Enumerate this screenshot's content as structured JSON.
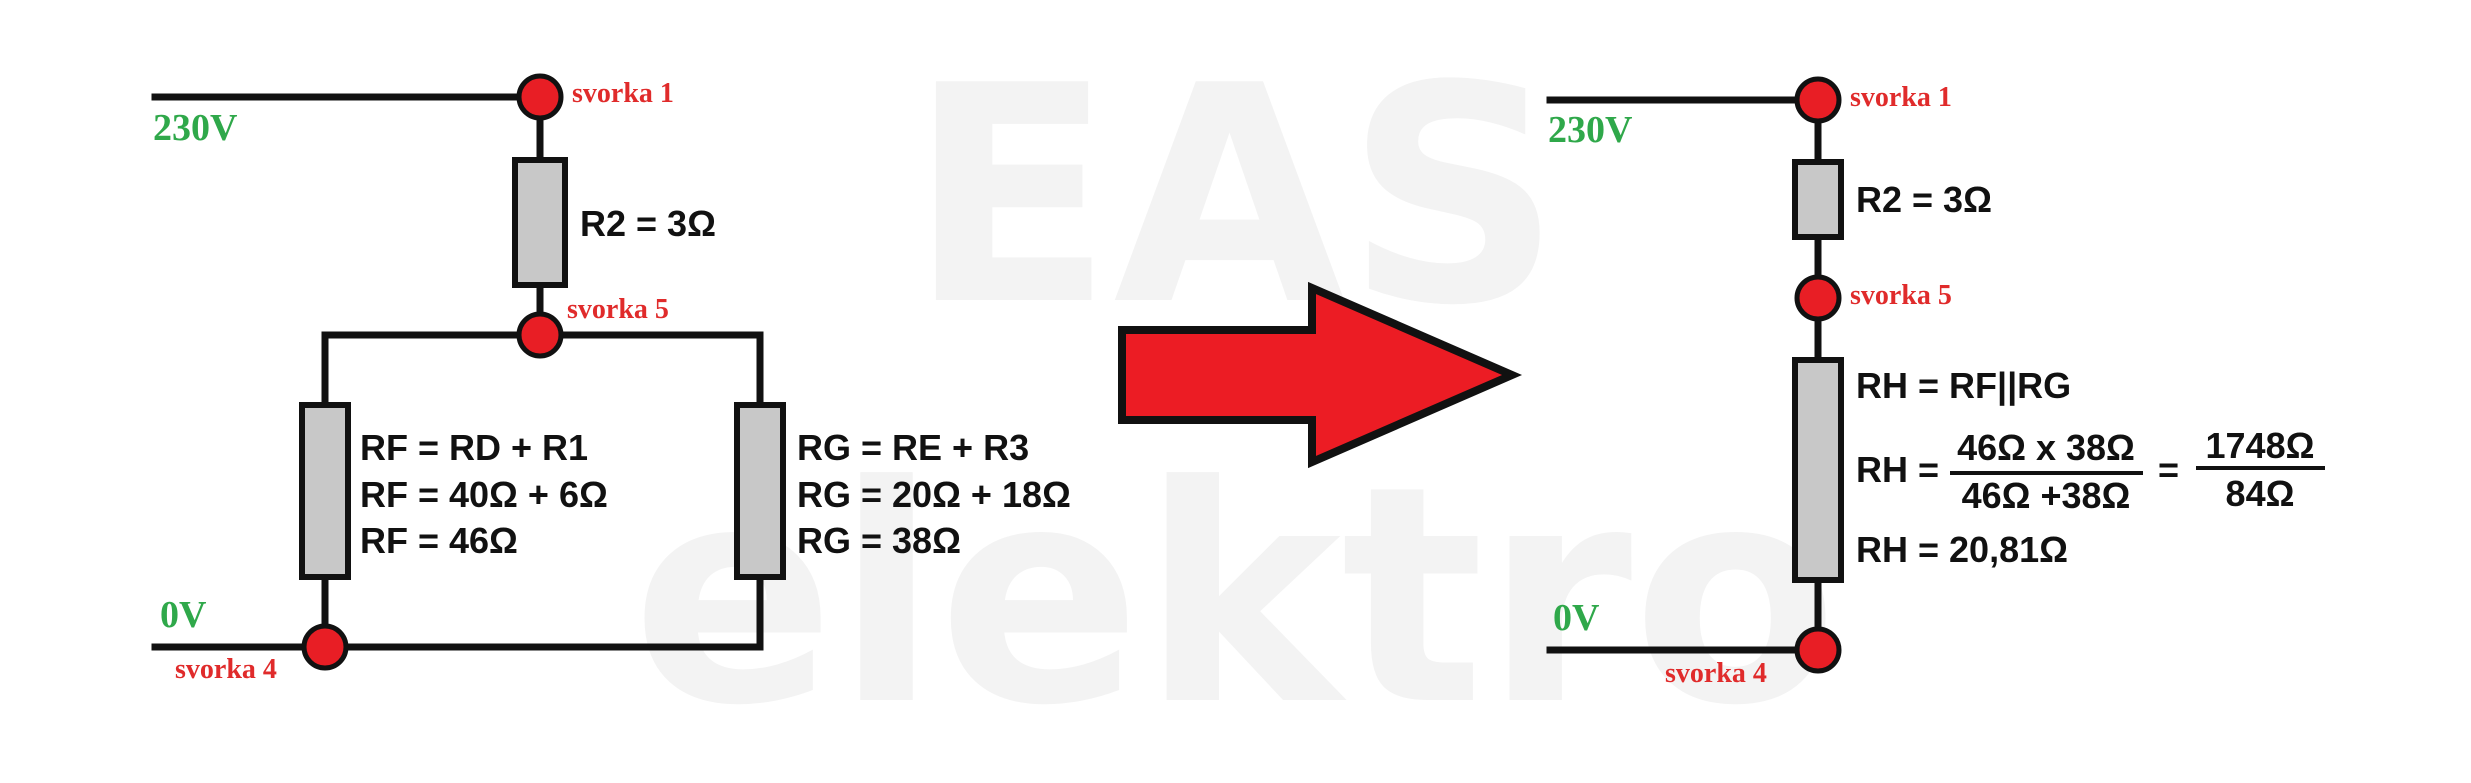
{
  "watermark": {
    "line1": "EAS",
    "line2": "elektro"
  },
  "left": {
    "terminal_1": "svorka 1",
    "terminal_5": "svorka 5",
    "terminal_4": "svorka 4",
    "voltage_top": "230V",
    "voltage_bottom": "0V",
    "r2_label": "R2 = 3Ω",
    "rf_lines": [
      "RF = RD + R1",
      "RF = 40Ω + 6Ω",
      "RF = 46Ω"
    ],
    "rg_lines": [
      "RG = RE + R3",
      "RG = 20Ω + 18Ω",
      "RG = 38Ω"
    ]
  },
  "right": {
    "terminal_1": "svorka 1",
    "terminal_5": "svorka 5",
    "terminal_4": "svorka 4",
    "voltage_top": "230V",
    "voltage_bottom": "0V",
    "r2_label": "R2 = 3Ω",
    "rh_def": "RH = RF||RG",
    "rh_prefix": "RH =",
    "frac1_num": "46Ω x 38Ω",
    "frac1_den": "46Ω +38Ω",
    "equals": "=",
    "frac2_num": "1748Ω",
    "frac2_den": "84Ω",
    "rh_result": "RH = 20,81Ω"
  },
  "colors": {
    "node": "#e81e25",
    "arrow": "#ec1c24",
    "voltage": "#2fa84a",
    "terminal": "#e02b2b"
  }
}
